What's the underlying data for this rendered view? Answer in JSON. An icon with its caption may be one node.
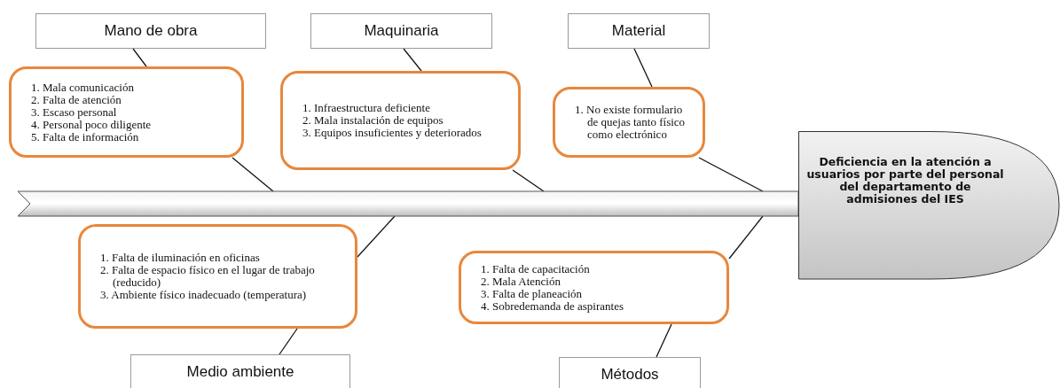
{
  "diagram": {
    "nodes": [
      {
        "text": [
          "Mano de obra"
        ]
      },
      {
        "text": [
          "1. Mala comunicación",
          "2. Falta de atención",
          "3. Escaso personal",
          "4. Personal poco diligente",
          "5. Falta de información"
        ]
      },
      {
        "text": [
          "Maquinaria"
        ]
      },
      {
        "text": [
          "1. Infraestructura deficiente",
          "2. Mala instalación de equipos",
          "3. Equipos insuficientes y deteriorados"
        ]
      },
      {
        "text": [
          "Material"
        ]
      },
      {
        "text": [
          "1. No existe formulario de quejas tanto físico como electrónico"
        ]
      },
      {
        "text": [
          "Deficiencia en la atención a usuarios por parte del personal del departamento de admisiones del IES"
        ]
      },
      {
        "text": [
          "1. Falta de iluminación en oficinas",
          "2. Falta de espacio físico en el lugar de trabajo (reducido)",
          "3. Ambiente físico inadecuado (temperatura)"
        ]
      },
      {
        "text": [
          "Medio ambiente"
        ]
      },
      {
        "text": [
          "1. Falta de capacitación",
          "2. Mala Atención",
          "3. Falta de planeación",
          "4. Sobredemanda de aspirantes"
        ]
      },
      {
        "text": [
          "Métodos"
        ]
      }
    ],
    "edges": [
      {
        "from": 0,
        "to": 1,
        "arrow": "none"
      },
      {
        "from": 1,
        "to": null,
        "arrow": "none"
      },
      {
        "from": 2,
        "to": 3,
        "arrow": "none"
      },
      {
        "from": 3,
        "to": null,
        "arrow": "none"
      },
      {
        "from": 4,
        "to": 5,
        "arrow": "none"
      },
      {
        "from": 5,
        "to": null,
        "arrow": "none"
      },
      {
        "from": 7,
        "to": null,
        "arrow": "none"
      },
      {
        "from": 8,
        "to": 7,
        "arrow": "none"
      },
      {
        "from": 9,
        "to": null,
        "arrow": "none"
      },
      {
        "from": 10,
        "to": 9,
        "arrow": "none"
      },
      {
        "from": null,
        "to": 6,
        "arrow": "none",
        "style": "thick"
      }
    ]
  }
}
